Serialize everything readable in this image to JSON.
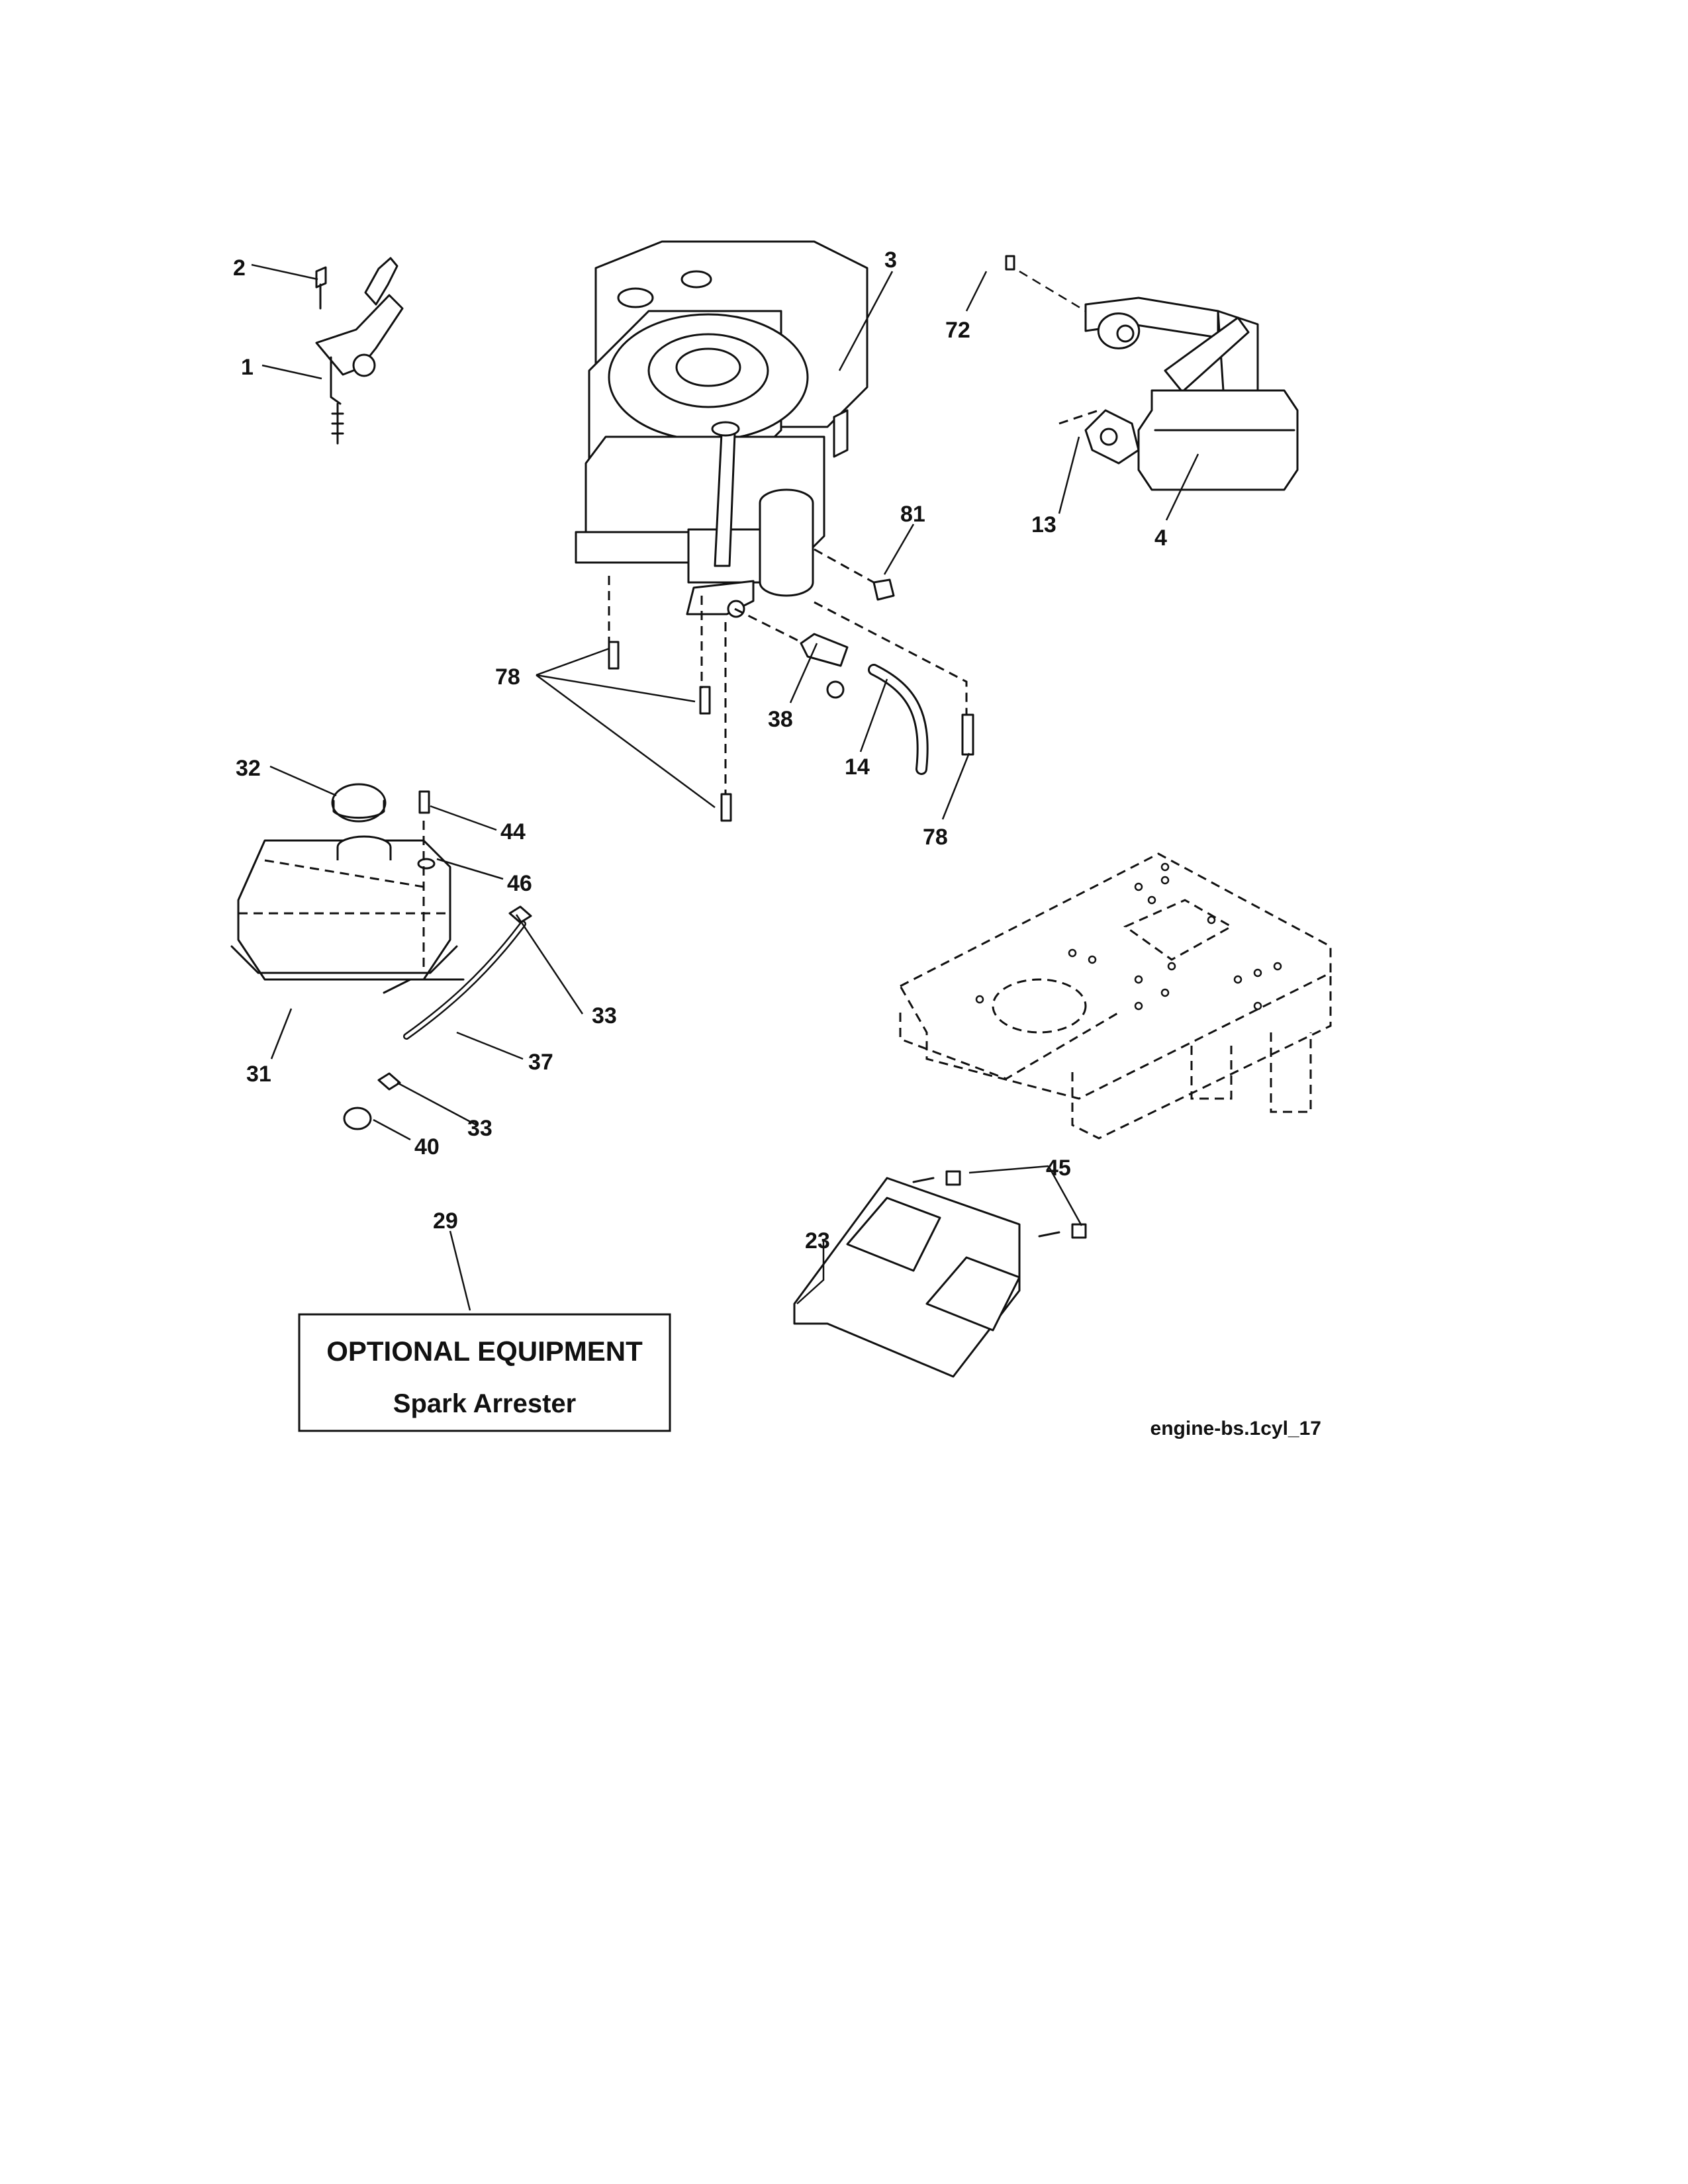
{
  "callouts": {
    "c1": "1",
    "c2": "2",
    "c3": "3",
    "c4": "4",
    "c13": "13",
    "c72": "72",
    "c81": "81",
    "c78a": "78",
    "c78b": "78",
    "c38": "38",
    "c14": "14",
    "c32": "32",
    "c44": "44",
    "c46": "46",
    "c31": "31",
    "c33a": "33",
    "c37": "37",
    "c33b": "33",
    "c40": "40",
    "c29": "29",
    "c45": "45",
    "c23": "23"
  },
  "optional_box": {
    "title": "OPTIONAL EQUIPMENT",
    "subtitle": "Spark Arrester"
  },
  "drawing_ref": "engine-bs.1cyl_17",
  "icons": [
    "throttle-control-icon",
    "engine-icon",
    "muffler-icon",
    "fuel-tank-icon",
    "chassis-plate-icon",
    "heat-shield-icon"
  ]
}
